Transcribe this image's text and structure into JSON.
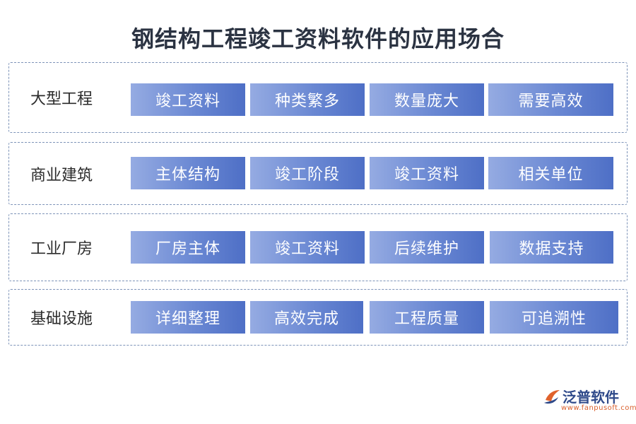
{
  "title": "钢结构工程竣工资料软件的应用场合",
  "rows": [
    {
      "label": "大型工程",
      "items": [
        "竣工资料",
        "种类繁多",
        "数量庞大",
        "需要高效"
      ]
    },
    {
      "label": "商业建筑",
      "items": [
        "主体结构",
        "竣工阶段",
        "竣工资料",
        "相关单位"
      ]
    },
    {
      "label": "工业厂房",
      "items": [
        "厂房主体",
        "竣工资料",
        "后续维护",
        "数据支持"
      ]
    },
    {
      "label": "基础设施",
      "items": [
        "详细整理",
        "高效完成",
        "工程质量",
        "可追溯性"
      ]
    }
  ],
  "logo": {
    "name": "泛普软件",
    "url": "www.fanpusoft.com",
    "icon": "fanpu-logo-icon"
  },
  "colors": {
    "cell_start": "#95abe2",
    "cell_end": "#4e6fc6",
    "border": "#7d93b8",
    "title": "#2b3342"
  }
}
